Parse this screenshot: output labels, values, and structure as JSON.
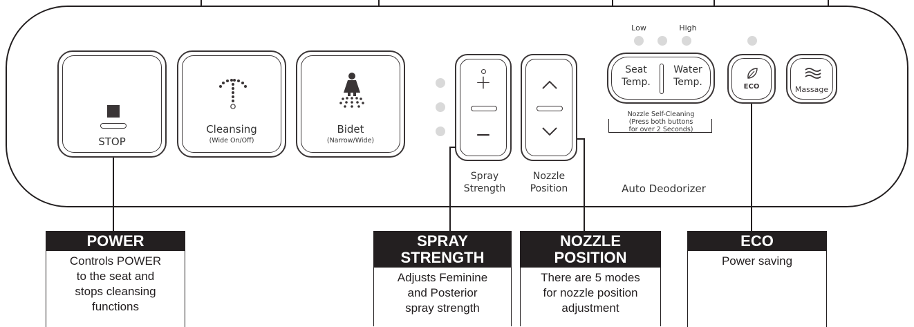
{
  "panel": {
    "buttons": {
      "stop": {
        "label": "STOP"
      },
      "cleansing": {
        "label": "Cleansing",
        "sub": "(Wide On/Off)"
      },
      "bidet": {
        "label": "Bidet",
        "sub": "(Narrow/Wide)"
      },
      "spray": {
        "plus": "+",
        "minus": "−",
        "caption_line1": "Spray",
        "caption_line2": "Strength"
      },
      "nozzle": {
        "up": "∧",
        "down": "∨",
        "caption_line1": "Nozzle",
        "caption_line2": "Position"
      },
      "seat_temp": {
        "line1": "Seat",
        "line2": "Temp."
      },
      "water_temp": {
        "line1": "Water",
        "line2": "Temp."
      },
      "eco": {
        "label": "ECO"
      },
      "massage": {
        "label": "Massage"
      }
    },
    "temp_levels": {
      "low": "Low",
      "high": "High"
    },
    "self_clean": {
      "line1": "Nozzle Self-Cleaning",
      "line2": "(Press both buttons",
      "line3": "for over 2 Seconds)"
    },
    "deodorizer": "Auto Deodorizer",
    "indicator_color": "#d9d9d9",
    "line_color": "#231f20"
  },
  "callouts": {
    "power": {
      "title": "POWER",
      "lines": [
        "Controls POWER",
        "to the seat and",
        "stops cleansing",
        "functions"
      ]
    },
    "spray_strength": {
      "title_lines": [
        "SPRAY",
        "STRENGTH"
      ],
      "lines": [
        "Adjusts Feminine",
        "and Posterior",
        "spray strength"
      ]
    },
    "nozzle_position": {
      "title_lines": [
        "NOZZLE",
        "POSITION"
      ],
      "lines": [
        "There are 5 modes",
        "for nozzle position",
        "adjustment"
      ]
    },
    "eco": {
      "title": "ECO",
      "lines": [
        "Power saving"
      ]
    }
  }
}
